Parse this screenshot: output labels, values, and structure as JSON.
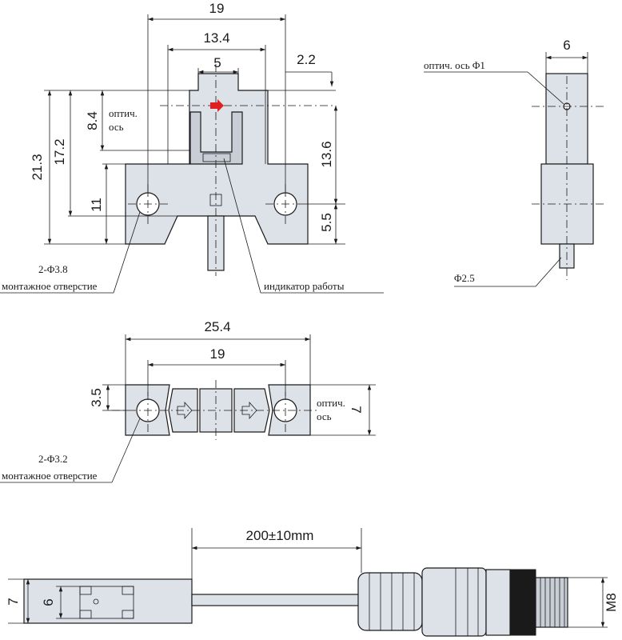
{
  "front_view": {
    "dim_width": "19",
    "dim_inner": "13.4",
    "dim_slot": "5",
    "dim_offset": "2.2",
    "dim_height": "21.3",
    "dim_mid": "17.2",
    "dim_axis": "8.4",
    "dim_low": "11",
    "dim_right_mid": "13.6",
    "dim_right_low": "5.5",
    "axis_label_line1": "оптич.",
    "axis_label_line2": "ось",
    "hole_spec": "2-Φ3.8",
    "hole_label": "монтажное отверстие",
    "indicator_label": "индикатор работы",
    "indicator_color": "#e02020"
  },
  "side_view": {
    "dim_width": "6",
    "axis_label": "оптич. ось Φ1",
    "cable_dia": "Φ2.5"
  },
  "top_view": {
    "dim_total": "25.4",
    "dim_holes": "19",
    "dim_edge": "3.5",
    "dim_height": "7",
    "axis_label_line1": "оптич.",
    "axis_label_line2": "ось",
    "hole_spec": "2-Φ3.2",
    "hole_label": "монтажное отверстие"
  },
  "cable_view": {
    "dim_length": "200±10mm",
    "dim_outer": "7",
    "dim_inner": "6",
    "connector": "M8"
  }
}
